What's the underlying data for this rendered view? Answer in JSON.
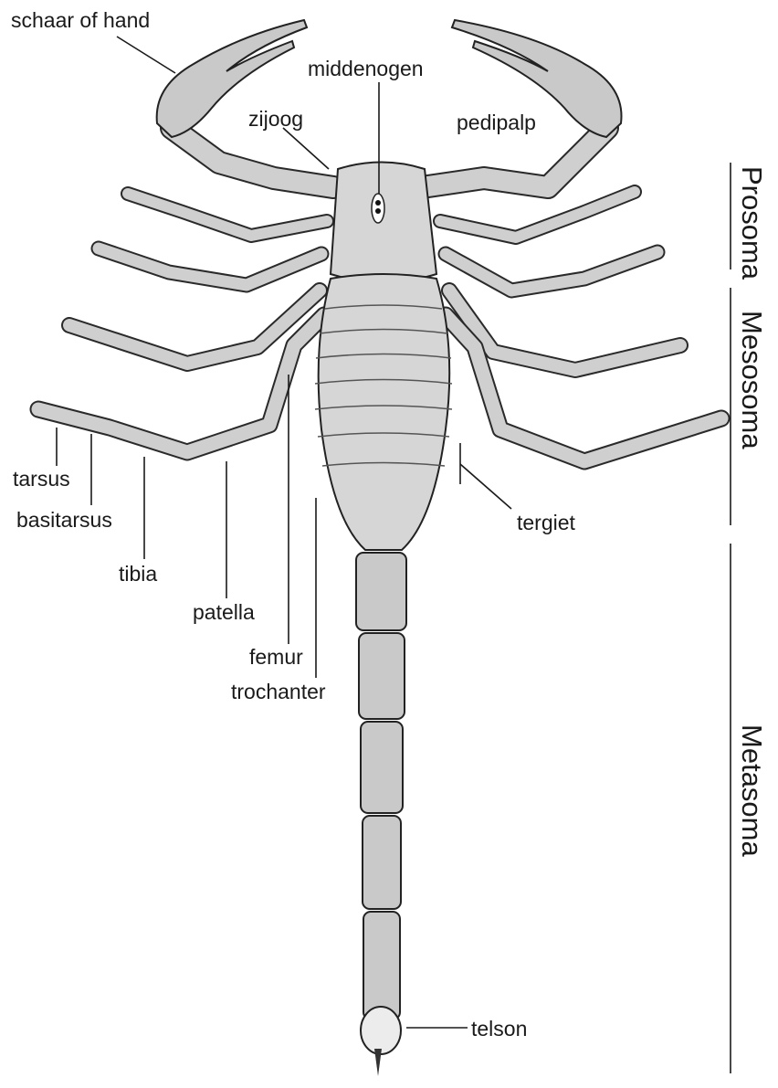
{
  "labels": {
    "schaar_of_hand": "schaar of hand",
    "middenogen": "middenogen",
    "zijoog": "zijoog",
    "pedipalp": "pedipalp",
    "tarsus": "tarsus",
    "basitarsus": "basitarsus",
    "tibia": "tibia",
    "patella": "patella",
    "femur": "femur",
    "trochanter": "trochanter",
    "tergiet": "tergiet",
    "telson": "telson"
  },
  "regions": {
    "prosoma": "Prosoma",
    "mesosoma": "Mesosoma",
    "metasoma": "Metasoma"
  }
}
